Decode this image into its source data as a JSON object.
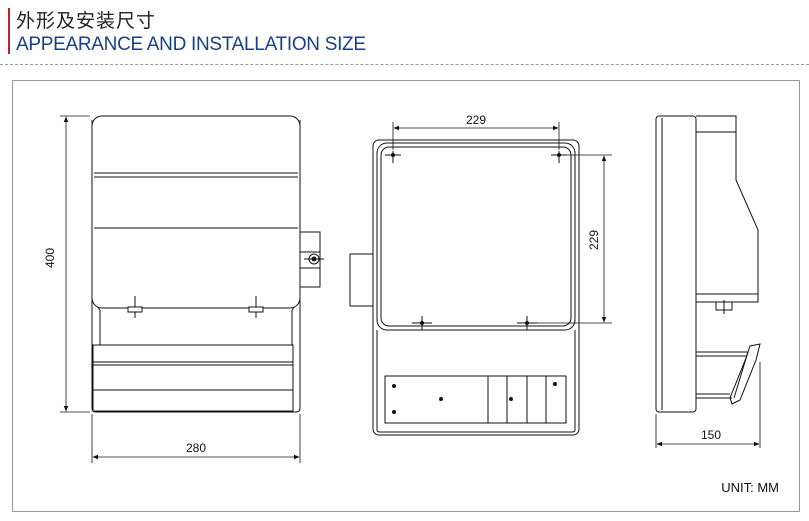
{
  "header": {
    "title_cn": "外形及安装尺寸",
    "title_en": "APPEARANCE AND INSTALLATION SIZE"
  },
  "front_view": {
    "height_label": "400",
    "width_label": "280"
  },
  "rear_view": {
    "hole_spacing_horizontal": "229",
    "hole_spacing_vertical": "229"
  },
  "side_view": {
    "depth_label": "150"
  },
  "unit_label": "UNIT: MM",
  "colors": {
    "title_accent_bar": "#b8202a",
    "title_english": "#1a3f8a",
    "line": "#111111"
  }
}
